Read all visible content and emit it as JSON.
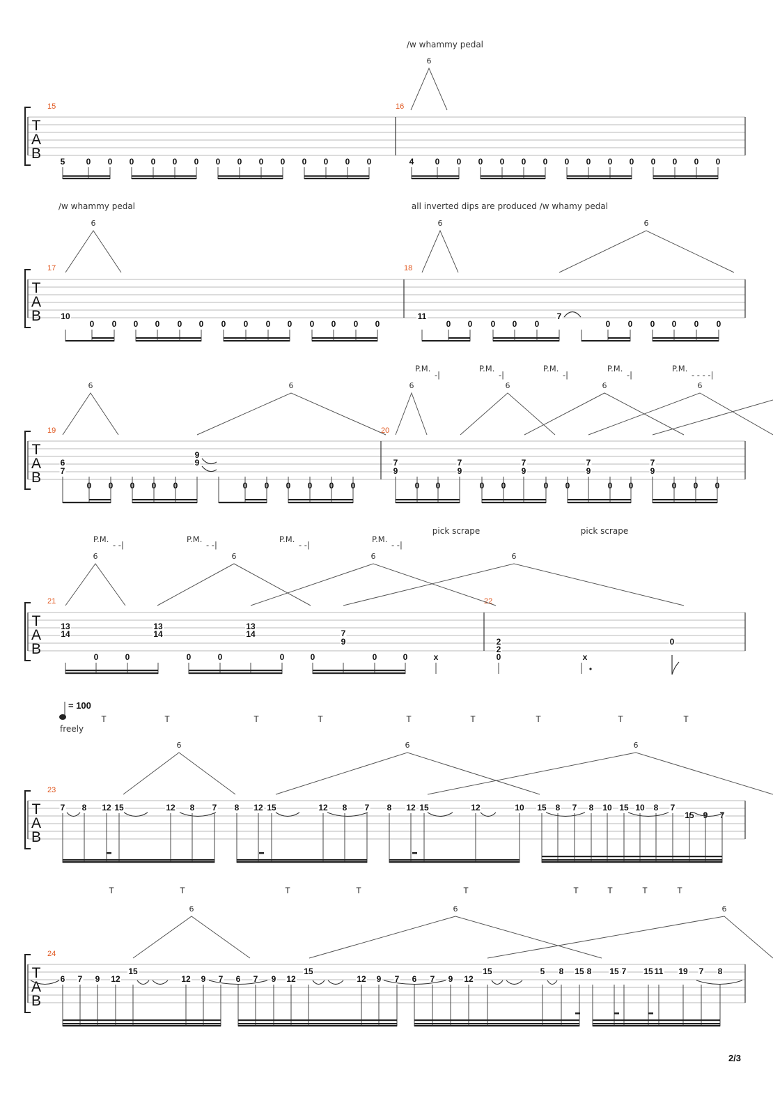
{
  "page_number": "2/3",
  "tempo": {
    "value": "= 100",
    "feel": "freely"
  },
  "tab_clef": [
    "T",
    "A",
    "B"
  ],
  "annotations": {
    "whammy": "/w whammy pedal",
    "inverted": "all inverted dips are produced /w whamy pedal",
    "pick_scrape": "pick scrape",
    "palm_mute": "P.M.",
    "tap": "T",
    "bend_amount": "6",
    "muted": "x"
  },
  "systems": [
    {
      "bars": [
        {
          "number": "15",
          "notes": [
            [
              "5"
            ],
            [
              "0"
            ],
            [
              "0"
            ],
            [
              "0"
            ],
            [
              "0"
            ],
            [
              "0"
            ],
            [
              "0"
            ],
            [
              "0"
            ],
            [
              "0"
            ],
            [
              "0"
            ],
            [
              "0"
            ],
            [
              "0"
            ],
            [
              "0"
            ],
            [
              "0"
            ],
            [
              "0"
            ]
          ]
        },
        {
          "number": "16",
          "notes": [
            [
              "4"
            ],
            [
              "0"
            ],
            [
              "0"
            ],
            [
              "0"
            ],
            [
              "0"
            ],
            [
              "0"
            ],
            [
              "0"
            ],
            [
              "0"
            ],
            [
              "0"
            ],
            [
              "0"
            ],
            [
              "0"
            ],
            [
              "0"
            ],
            [
              "0"
            ],
            [
              "0"
            ],
            [
              "0"
            ]
          ]
        }
      ]
    },
    {
      "bars": [
        {
          "number": "17",
          "notes": [
            [
              "10"
            ],
            [
              "0"
            ],
            [
              "0"
            ],
            [
              "0"
            ],
            [
              "0"
            ],
            [
              "0"
            ],
            [
              "0"
            ],
            [
              "0"
            ],
            [
              "0"
            ],
            [
              "0"
            ],
            [
              "0"
            ],
            [
              "0"
            ],
            [
              "0"
            ],
            [
              "0"
            ],
            [
              "0"
            ]
          ]
        },
        {
          "number": "18",
          "notes": [
            [
              "11"
            ],
            [
              "0"
            ],
            [
              "0"
            ],
            [
              "0"
            ],
            [
              "0"
            ],
            [
              "0"
            ],
            [
              "7"
            ],
            [
              "0"
            ],
            [
              "0"
            ],
            [
              "0"
            ],
            [
              "0"
            ],
            [
              "0"
            ],
            [
              "0"
            ]
          ]
        }
      ]
    },
    {
      "bars": [
        {
          "number": "19",
          "notes": [
            [
              "6",
              "7"
            ],
            [
              "0"
            ],
            [
              "0"
            ],
            [
              "0"
            ],
            [
              "0"
            ],
            [
              "0"
            ],
            [
              "9",
              "9"
            ],
            [
              "0"
            ],
            [
              "0"
            ],
            [
              "0"
            ],
            [
              "0"
            ],
            [
              "0"
            ],
            [
              "0"
            ]
          ]
        },
        {
          "number": "20",
          "notes": [
            [
              "7",
              "9"
            ],
            [
              "0"
            ],
            [
              "0"
            ],
            [
              "7",
              "9"
            ],
            [
              "0"
            ],
            [
              "0"
            ],
            [
              "7",
              "9"
            ],
            [
              "0"
            ],
            [
              "0"
            ],
            [
              "7",
              "9"
            ],
            [
              "0"
            ],
            [
              "0"
            ],
            [
              "7",
              "9"
            ],
            [
              "0"
            ],
            [
              "0"
            ],
            [
              "0"
            ]
          ]
        }
      ]
    },
    {
      "bars": [
        {
          "number": "21",
          "notes": [
            [
              "13",
              "14"
            ],
            [
              "0"
            ],
            [
              "0"
            ],
            [
              "13",
              "14"
            ],
            [
              "0"
            ],
            [
              "0"
            ],
            [
              "13",
              "14"
            ],
            [
              "0"
            ],
            [
              "0"
            ],
            [
              "7",
              "9"
            ],
            [
              "0"
            ],
            [
              "0"
            ],
            [
              "x"
            ]
          ]
        },
        {
          "number": "22",
          "notes": [
            [
              "2",
              "2",
              "0"
            ],
            [
              "x"
            ],
            [
              "0"
            ]
          ]
        }
      ]
    },
    {
      "bars": [
        {
          "number": "23",
          "notes": [
            "7",
            "8",
            "12",
            "15",
            "12",
            "8",
            "7",
            "8",
            "12",
            "15",
            "12",
            "8",
            "7",
            "8",
            "12",
            "15",
            "12",
            "10",
            "15",
            "8",
            "7",
            "8",
            "10",
            "15",
            "10",
            "8",
            "7",
            "15",
            "9",
            "7"
          ]
        }
      ]
    },
    {
      "bars": [
        {
          "number": "24",
          "notes": [
            "6",
            "7",
            "9",
            "12",
            "15",
            "12",
            "9",
            "7",
            "6",
            "7",
            "9",
            "12",
            "15",
            "12",
            "9",
            "7",
            "6",
            "7",
            "9",
            "12",
            "15",
            "5",
            "8",
            "15",
            "8",
            "15",
            "7",
            "15",
            "11",
            "19",
            "7",
            "8"
          ]
        }
      ]
    }
  ]
}
